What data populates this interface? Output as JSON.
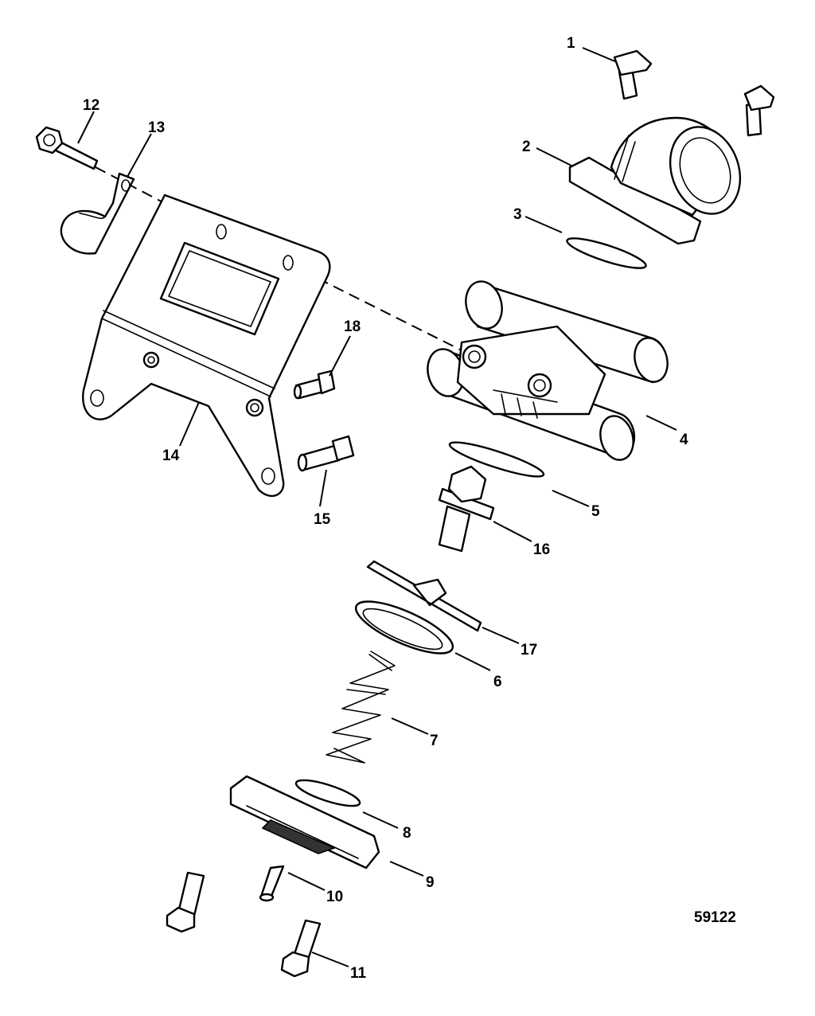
{
  "figure_ref": "59122",
  "callouts": {
    "c1": "1",
    "c2": "2",
    "c3": "3",
    "c4": "4",
    "c5": "5",
    "c6": "6",
    "c7": "7",
    "c8": "8",
    "c9": "9",
    "c10": "10",
    "c11": "11",
    "c12": "12",
    "c13": "13",
    "c14": "14",
    "c15": "15",
    "c16": "16",
    "c17": "17",
    "c18": "18"
  }
}
